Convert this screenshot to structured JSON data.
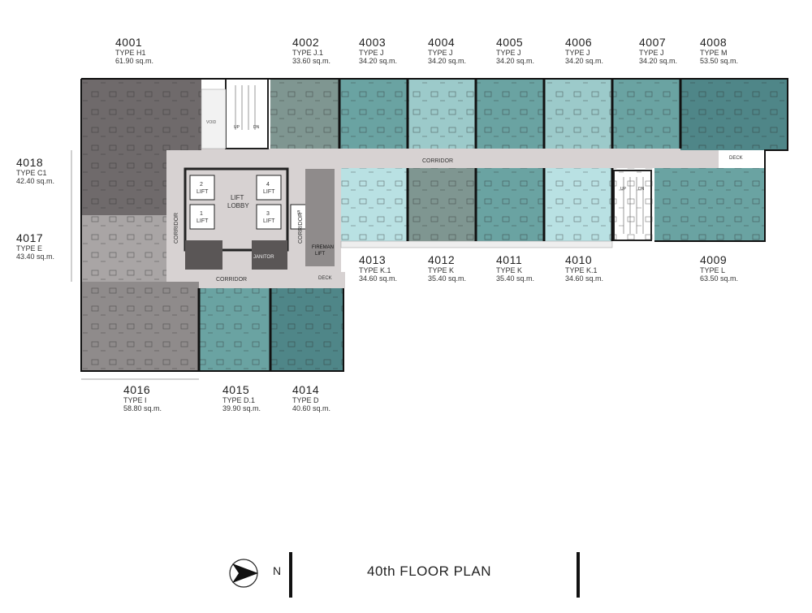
{
  "plan_title": "40th FLOOR PLAN",
  "compass_label": "N",
  "core_labels": {
    "corridor": "CORRIDOR",
    "lift_lobby_1": "LIFT",
    "lift_lobby_2": "LOBBY",
    "lift1": "1",
    "lift2": "2",
    "lift3": "3",
    "lift4": "4",
    "lift5": "5",
    "lift_word": "LIFT",
    "fireman_1": "FIREMAN",
    "fireman_2": "LIFT",
    "janitor": "JANITOR",
    "deck": "DECK",
    "up": "UP",
    "dn": "DN",
    "void": "VOID"
  },
  "colors": {
    "dark_gray": "#6f6a6b",
    "mid_gray": "#8f8b8b",
    "light_gray": "#a9a5a5",
    "sage": "#7f9691",
    "teal": "#6aa3a2",
    "light_teal": "#9ccaca",
    "pale_aqua": "#b9e1e3",
    "deep_teal": "#4f8688",
    "corridor": "#d7d2d2"
  },
  "units": [
    {
      "number": "4001",
      "type": "TYPE H1",
      "area": "61.90 sq.m."
    },
    {
      "number": "4002",
      "type": "TYPE J.1",
      "area": "33.60 sq.m."
    },
    {
      "number": "4003",
      "type": "TYPE J",
      "area": "34.20 sq.m."
    },
    {
      "number": "4004",
      "type": "TYPE J",
      "area": "34.20 sq.m."
    },
    {
      "number": "4005",
      "type": "TYPE J",
      "area": "34.20 sq.m."
    },
    {
      "number": "4006",
      "type": "TYPE J",
      "area": "34.20 sq.m."
    },
    {
      "number": "4007",
      "type": "TYPE J",
      "area": "34.20 sq.m."
    },
    {
      "number": "4008",
      "type": "TYPE M",
      "area": "53.50 sq.m."
    },
    {
      "number": "4009",
      "type": "TYPE L",
      "area": "63.50 sq.m."
    },
    {
      "number": "4010",
      "type": "TYPE K.1",
      "area": "34.60 sq.m."
    },
    {
      "number": "4011",
      "type": "TYPE K",
      "area": "35.40 sq.m."
    },
    {
      "number": "4012",
      "type": "TYPE K",
      "area": "35.40 sq.m."
    },
    {
      "number": "4013",
      "type": "TYPE K.1",
      "area": "34.60 sq.m."
    },
    {
      "number": "4014",
      "type": "TYPE D",
      "area": "40.60 sq.m."
    },
    {
      "number": "4015",
      "type": "TYPE D.1",
      "area": "39.90 sq.m."
    },
    {
      "number": "4016",
      "type": "TYPE I",
      "area": "58.80 sq.m."
    },
    {
      "number": "4017",
      "type": "TYPE E",
      "area": "43.40 sq.m."
    },
    {
      "number": "4018",
      "type": "TYPE C1",
      "area": "42.40 sq.m."
    }
  ]
}
